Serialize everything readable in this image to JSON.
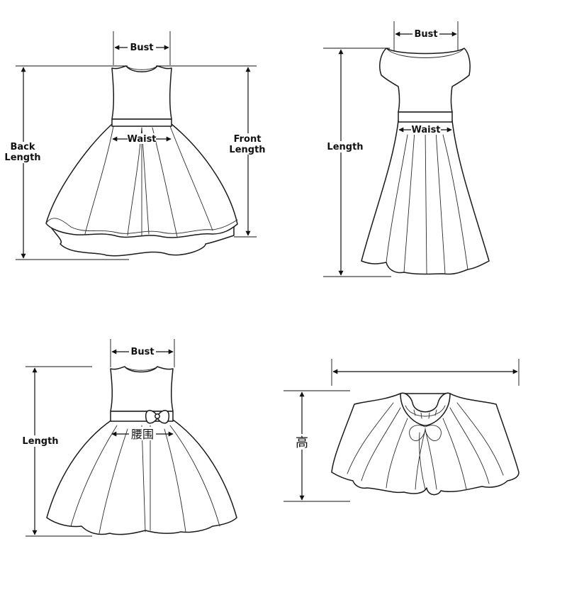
{
  "colors": {
    "line": "#111111",
    "background": "#ffffff"
  },
  "diagrams": {
    "dress1": {
      "bust": "Bust",
      "waist": "Waist",
      "back_length": [
        "Back",
        "Length"
      ],
      "front_length": [
        "Front",
        "Length"
      ]
    },
    "dress2": {
      "bust": "Bust",
      "waist": "Waist",
      "length": "Length"
    },
    "dress3": {
      "bust": "Bust",
      "waist": "腰围",
      "length": "Length"
    },
    "cape": {
      "height": "高"
    }
  }
}
